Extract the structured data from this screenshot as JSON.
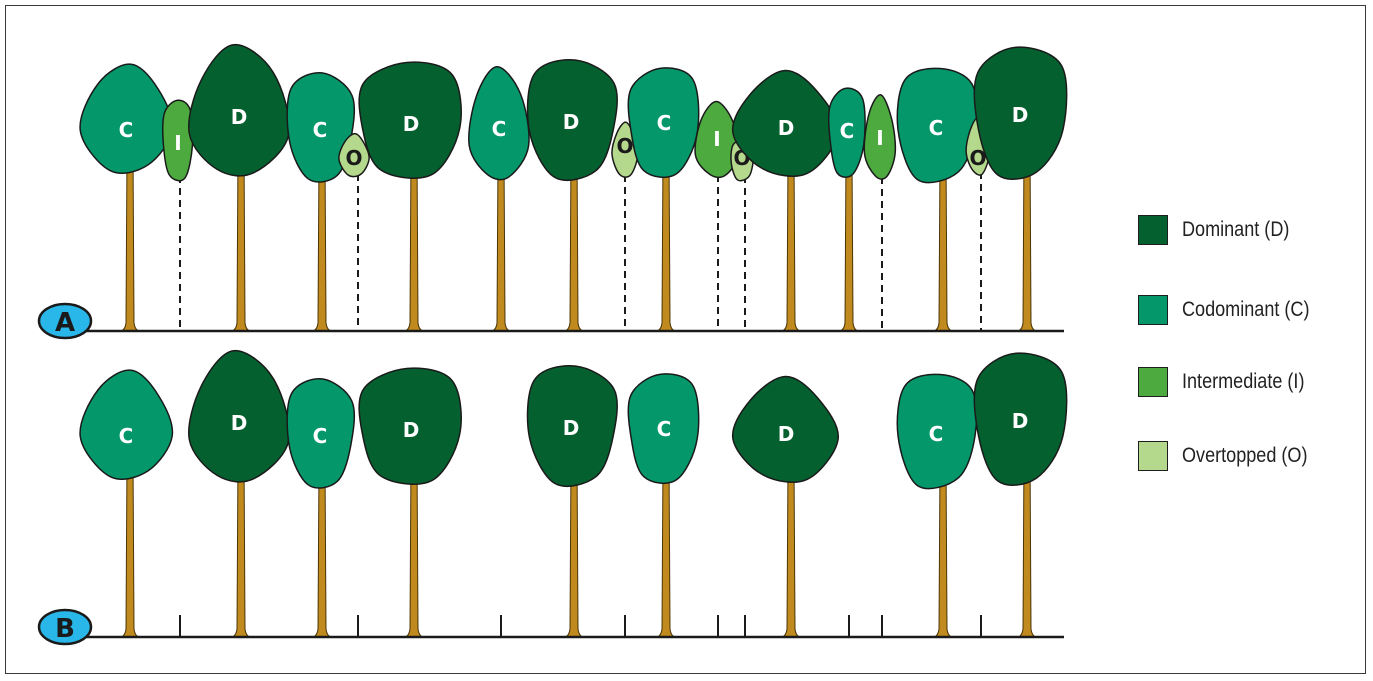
{
  "panels": [
    {
      "label": "A",
      "trees": [
        {
          "cls": "C",
          "label": "C",
          "cut": false
        },
        {
          "cls": "I",
          "label": "I",
          "cut": false
        },
        {
          "cls": "D",
          "label": "D",
          "cut": false
        },
        {
          "cls": "C",
          "label": "C",
          "cut": false
        },
        {
          "cls": "O",
          "label": "O",
          "cut": false
        },
        {
          "cls": "D",
          "label": "D",
          "cut": false
        },
        {
          "cls": "C",
          "label": "C",
          "cut": false
        },
        {
          "cls": "D",
          "label": "D",
          "cut": false
        },
        {
          "cls": "O",
          "label": "O",
          "cut": false
        },
        {
          "cls": "C",
          "label": "C",
          "cut": false
        },
        {
          "cls": "I",
          "label": "I",
          "cut": false
        },
        {
          "cls": "O",
          "label": "O",
          "cut": false
        },
        {
          "cls": "D",
          "label": "D",
          "cut": false
        },
        {
          "cls": "C",
          "label": "C",
          "cut": false
        },
        {
          "cls": "I",
          "label": "I",
          "cut": false
        },
        {
          "cls": "C",
          "label": "C",
          "cut": false
        },
        {
          "cls": "O",
          "label": "O",
          "cut": false
        },
        {
          "cls": "D",
          "label": "D",
          "cut": false
        }
      ]
    },
    {
      "label": "B",
      "trees": [
        {
          "cls": "C",
          "label": "C",
          "cut": false
        },
        {
          "cls": "I",
          "label": "",
          "cut": true
        },
        {
          "cls": "D",
          "label": "D",
          "cut": false
        },
        {
          "cls": "C",
          "label": "C",
          "cut": false
        },
        {
          "cls": "O",
          "label": "",
          "cut": true
        },
        {
          "cls": "D",
          "label": "D",
          "cut": false
        },
        {
          "cls": "C",
          "label": "",
          "cut": true
        },
        {
          "cls": "D",
          "label": "D",
          "cut": false
        },
        {
          "cls": "O",
          "label": "",
          "cut": true
        },
        {
          "cls": "C",
          "label": "C",
          "cut": false
        },
        {
          "cls": "I",
          "label": "",
          "cut": true
        },
        {
          "cls": "O",
          "label": "",
          "cut": true
        },
        {
          "cls": "D",
          "label": "D",
          "cut": false
        },
        {
          "cls": "C",
          "label": "",
          "cut": true
        },
        {
          "cls": "I",
          "label": "",
          "cut": true
        },
        {
          "cls": "C",
          "label": "C",
          "cut": false
        },
        {
          "cls": "O",
          "label": "",
          "cut": true
        },
        {
          "cls": "D",
          "label": "D",
          "cut": false
        }
      ]
    }
  ],
  "legend": [
    {
      "label": "Dominant (D)",
      "color": "#05602f"
    },
    {
      "label": "Codominant (C)",
      "color": "#03976a"
    },
    {
      "label": "Intermediate (I)",
      "color": "#4caa3f"
    },
    {
      "label": "Overtopped (O)",
      "color": "#b4d88c"
    }
  ],
  "colors": {
    "dominant": "#05602f",
    "codominant": "#03976a",
    "intermediate": "#4caa3f",
    "overtopped": "#b4d88c",
    "trunk": "#c08a1e",
    "badge": "#29b7e9"
  }
}
